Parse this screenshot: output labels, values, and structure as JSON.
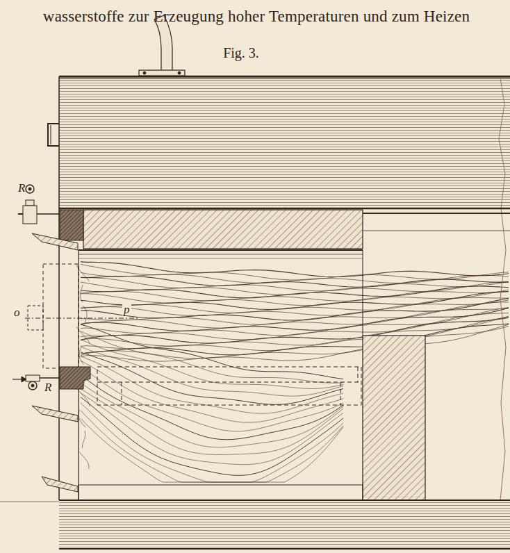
{
  "diagram": {
    "title": "wasserstoffe zur Erzeugung hoher Temperaturen und zum Heizen",
    "labels": [
      "Fig. 3.",
      "R",
      "R",
      "o",
      "p"
    ]
  }
}
